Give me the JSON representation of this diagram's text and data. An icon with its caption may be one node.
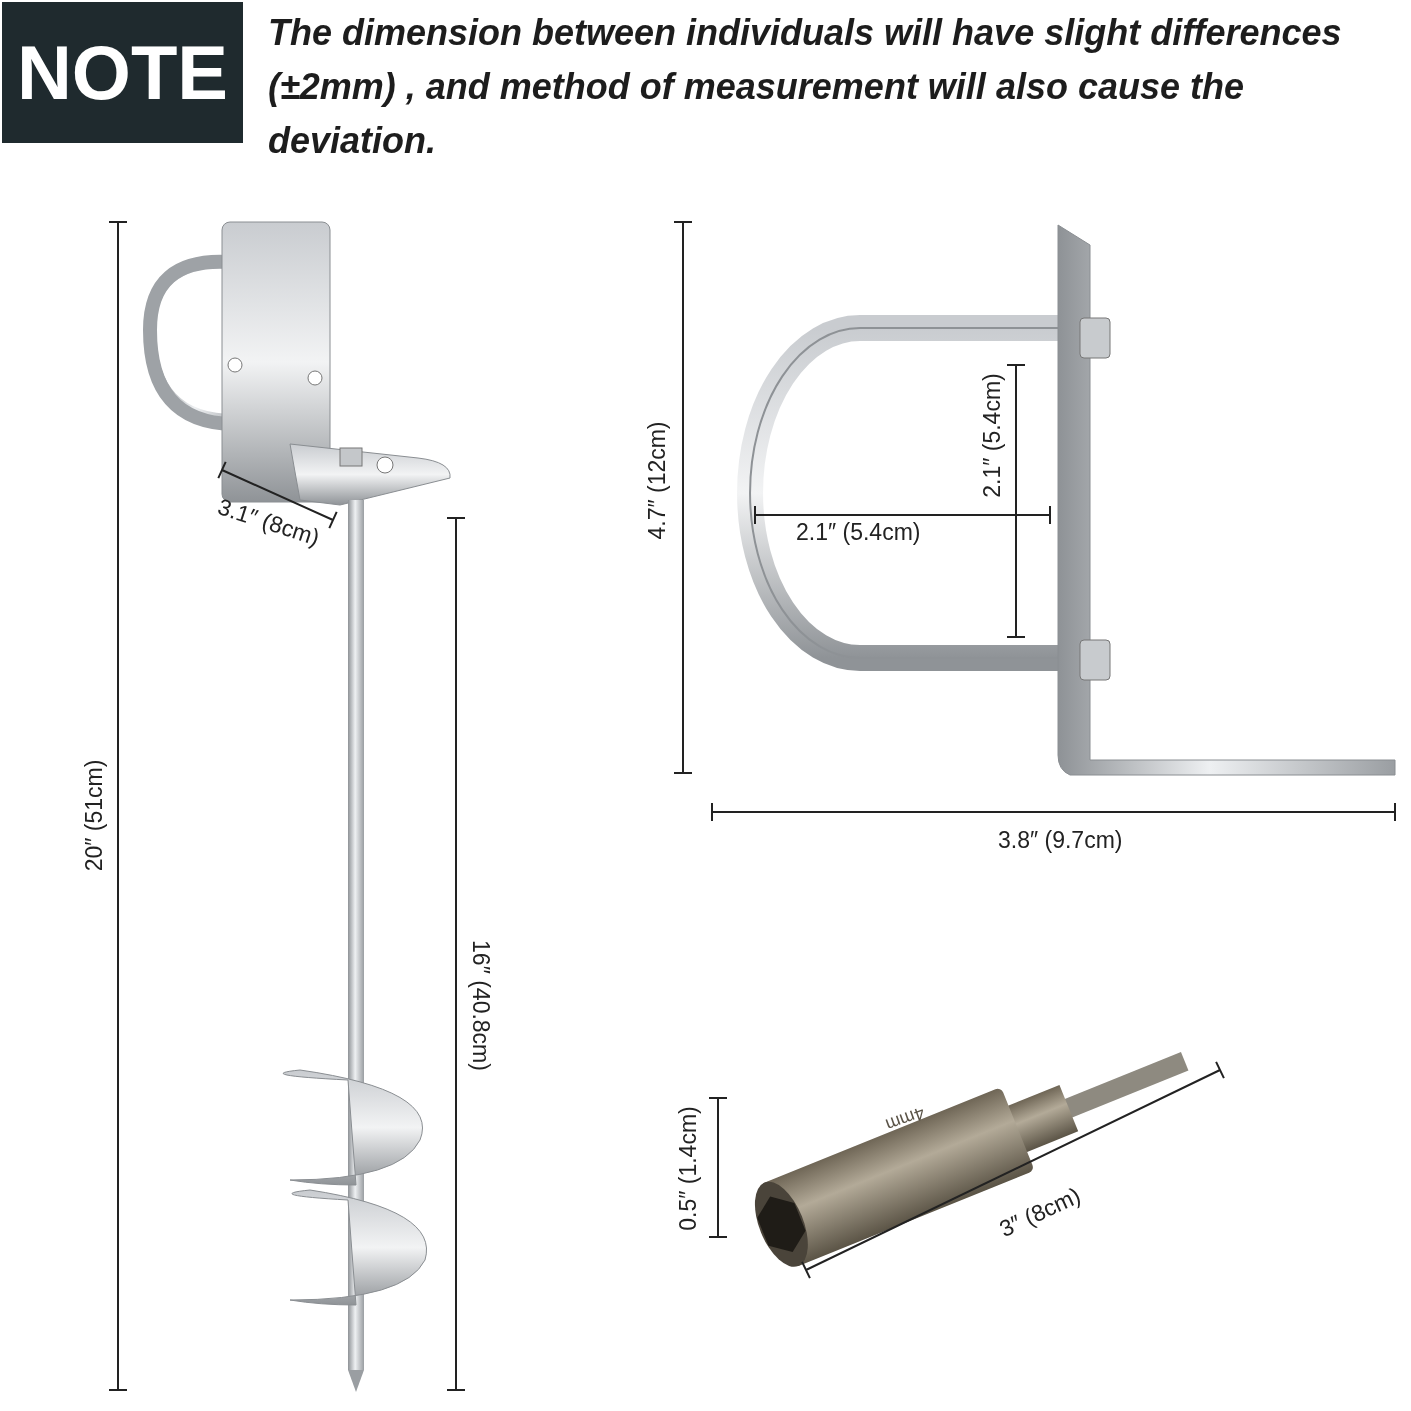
{
  "diagram": {
    "title": "NOTE",
    "labels": [
      "The dimension between individuals will have slight differences (±2mm) , and method of measurement will also cause the deviation.",
      "3.1″ (8cm)",
      "20″ (51cm)",
      "16″ (40.8cm)",
      "4.7″ (12cm)",
      "2.1″ (5.4cm)",
      "2.1″ (5.4cm)",
      "3.8″ (9.7cm)",
      "4mm",
      "0.5″ (1.4cm)",
      "3″ (8cm)"
    ]
  }
}
